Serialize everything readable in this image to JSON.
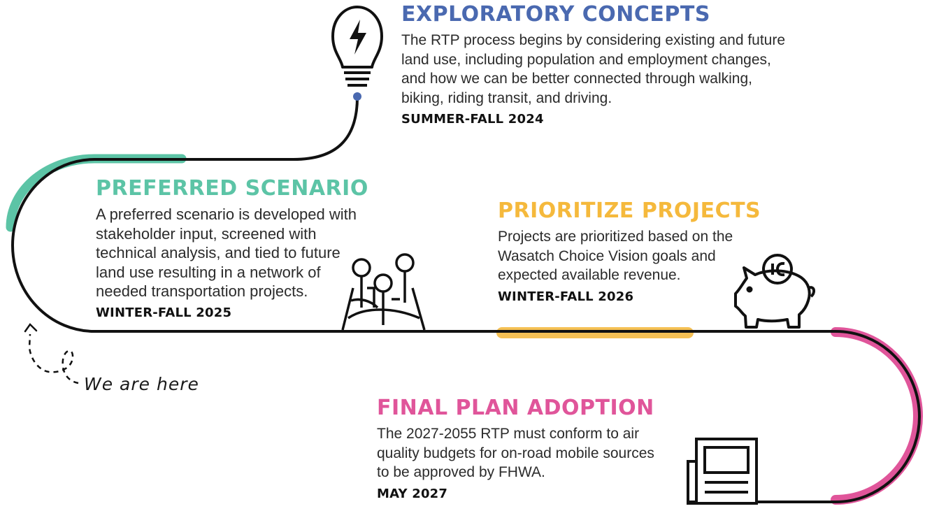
{
  "colors": {
    "blue": "#4a69b0",
    "teal": "#5cc4a6",
    "gold": "#f5c054",
    "pink": "#e0559a",
    "line": "#111111"
  },
  "stages": [
    {
      "title": "EXPLORATORY CONCEPTS",
      "description": "The RTP process begins by considering existing and future land use, including population and employment changes, and how we can be better connected through walking, biking, riding transit, and driving.",
      "date": "SUMMER-FALL 2024",
      "icon": "lightbulb-icon"
    },
    {
      "title": "PREFERRED SCENARIO",
      "description": "A preferred scenario is developed with stakeholder input, screened with technical analysis, and tied to future land use resulting in a network of needed transportation projects.",
      "date": "WINTER-FALL 2025",
      "icon": "map-pins-icon"
    },
    {
      "title": "PRIORITIZE PROJECTS",
      "description": "Projects are prioritized based on the Wasatch Choice Vision goals and expected available revenue.",
      "date": "WINTER-FALL 2026",
      "icon": "piggy-bank-icon"
    },
    {
      "title": "FINAL PLAN ADOPTION",
      "description": "The 2027-2055 RTP must conform to air quality budgets for on-road mobile sources to be approved by FHWA.",
      "date": "MAY 2027",
      "icon": "newspaper-icon"
    }
  ],
  "marker": {
    "label": "We are here",
    "icon": "dashed-arrow-icon"
  }
}
